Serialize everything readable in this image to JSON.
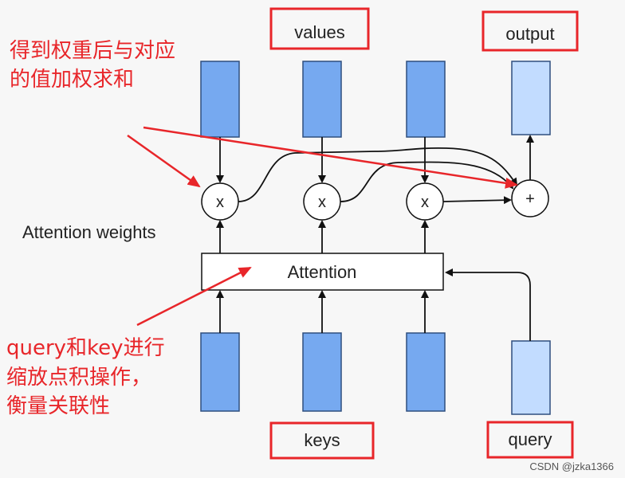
{
  "labels": {
    "values": "values",
    "output": "output",
    "keys": "keys",
    "query": "query",
    "attention": "Attention",
    "attention_weights": "Attention weights",
    "multiply": "x",
    "add": "+"
  },
  "annotations": {
    "top": [
      "得到权重后与对应",
      "的值加权求和"
    ],
    "bottom": [
      "query和key进行",
      "缩放点积操作，",
      "衡量关联性"
    ]
  },
  "watermark": "CSDN @jzka1366",
  "colors": {
    "vector_fill": "#76a9f0",
    "vector_stroke": "#2f4f7f",
    "output_fill": "#c2dcff",
    "query_fill": "#c2dcff",
    "highlight_red": "#e8262a"
  }
}
